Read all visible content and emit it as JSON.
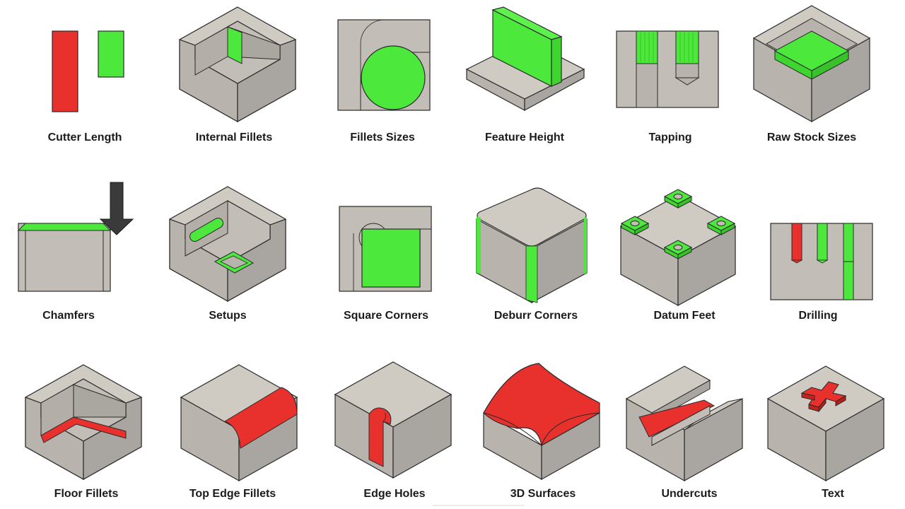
{
  "colors": {
    "face_top": "#cfcbc3",
    "face_left": "#b8b4ad",
    "face_right": "#a9a5a0",
    "flat": "#c2beb7",
    "edge": "#2a2a2a",
    "green": "#4de83c",
    "red": "#e8312c",
    "arrow": "#3a3a3a"
  },
  "features": [
    {
      "label": "Cutter Length",
      "icon": "cutter-length-icon"
    },
    {
      "label": "Internal Fillets",
      "icon": "internal-fillets-icon"
    },
    {
      "label": "Fillets Sizes",
      "icon": "fillets-sizes-icon"
    },
    {
      "label": "Feature Height",
      "icon": "feature-height-icon"
    },
    {
      "label": "Tapping",
      "icon": "tapping-icon"
    },
    {
      "label": "Raw Stock Sizes",
      "icon": "raw-stock-sizes-icon"
    },
    {
      "label": "Chamfers",
      "icon": "chamfers-icon"
    },
    {
      "label": "Setups",
      "icon": "setups-icon"
    },
    {
      "label": "Square Corners",
      "icon": "square-corners-icon"
    },
    {
      "label": "Deburr Corners",
      "icon": "deburr-corners-icon"
    },
    {
      "label": "Datum Feet",
      "icon": "datum-feet-icon"
    },
    {
      "label": "Drilling",
      "icon": "drilling-icon"
    },
    {
      "label": "Floor Fillets",
      "icon": "floor-fillets-icon"
    },
    {
      "label": "Top Edge Fillets",
      "icon": "top-edge-fillets-icon"
    },
    {
      "label": "Edge Holes",
      "icon": "edge-holes-icon"
    },
    {
      "label": "3D Surfaces",
      "icon": "3d-surfaces-icon"
    },
    {
      "label": "Undercuts",
      "icon": "undercuts-icon"
    },
    {
      "label": "Text",
      "icon": "text-icon"
    }
  ]
}
